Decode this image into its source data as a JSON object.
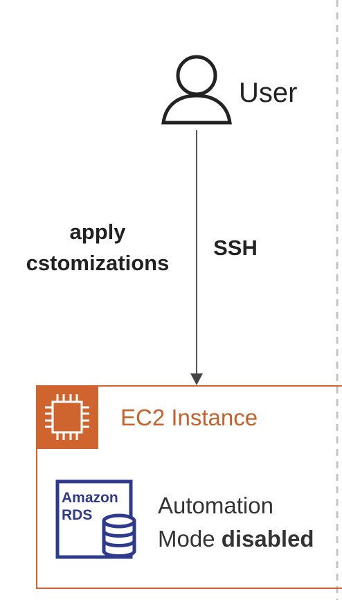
{
  "user": {
    "label": "User",
    "icon": "user-icon"
  },
  "edge": {
    "left_label_line1": "apply",
    "left_label_line2": "cstomizations",
    "right_label": "SSH"
  },
  "ec2": {
    "title": "EC2 Instance",
    "icon": "ec2-chip-icon",
    "accent": "#d0642e"
  },
  "rds": {
    "icon_text_line1": "Amazon",
    "icon_text_line2": "RDS",
    "label_line1": "Automation",
    "label_line2_prefix": "Mode ",
    "label_line2_bold": "disabled",
    "accent": "#2e3a8c"
  }
}
